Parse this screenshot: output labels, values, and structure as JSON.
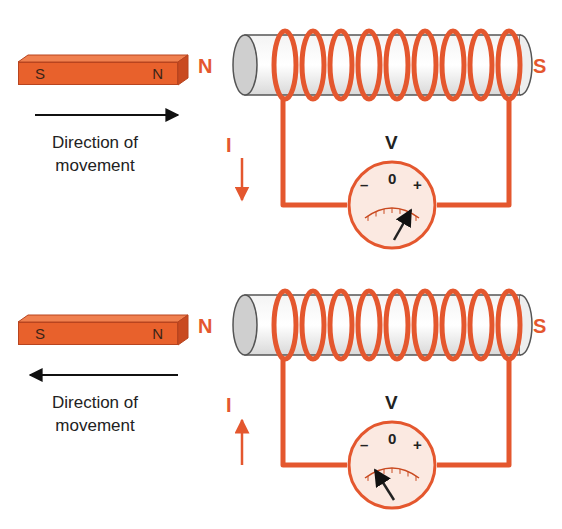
{
  "diagram": {
    "nodes": [
      {
        "text": [
          "S",
          "N"
        ]
      },
      {
        "text": [
          "V",
          "–",
          "0",
          "+"
        ]
      },
      {
        "text": [
          "S",
          "N"
        ]
      },
      {
        "text": [
          "V",
          "–",
          "0",
          "+"
        ]
      }
    ],
    "labels": [
      "Direction of movement",
      "N",
      "S",
      "I",
      "Direction of movement",
      "N",
      "S",
      "I"
    ]
  }
}
